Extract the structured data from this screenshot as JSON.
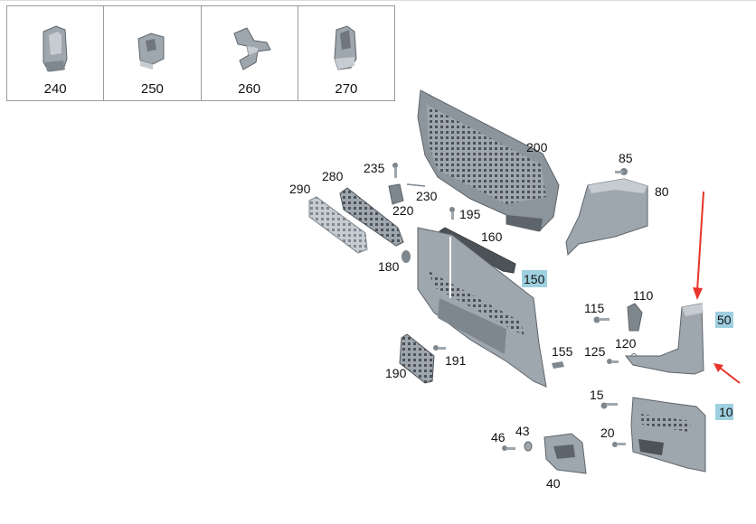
{
  "legend": {
    "cells": [
      {
        "label": "240"
      },
      {
        "label": "250"
      },
      {
        "label": "260"
      },
      {
        "label": "270"
      }
    ]
  },
  "callouts": {
    "c10": "10",
    "c15": "15",
    "c20": "20",
    "c40": "40",
    "c43": "43",
    "c46": "46",
    "c50": "50",
    "c80": "80",
    "c85": "85",
    "c110": "110",
    "c115": "115",
    "c120": "120",
    "c125": "125",
    "c150": "150",
    "c155": "155",
    "c160": "160",
    "c180": "180",
    "c190": "190",
    "c191": "191",
    "c195": "195",
    "c200": "200",
    "c220": "220",
    "c230": "230",
    "c235": "235",
    "c280": "280",
    "c290": "290"
  },
  "highlighted": [
    "150",
    "50",
    "10"
  ],
  "colors": {
    "part_fill": "#9fa7ae",
    "part_dark": "#5d646b",
    "part_light": "#c6ccd1",
    "highlight": "#9fd0e0",
    "arrow": "#e8342a"
  }
}
